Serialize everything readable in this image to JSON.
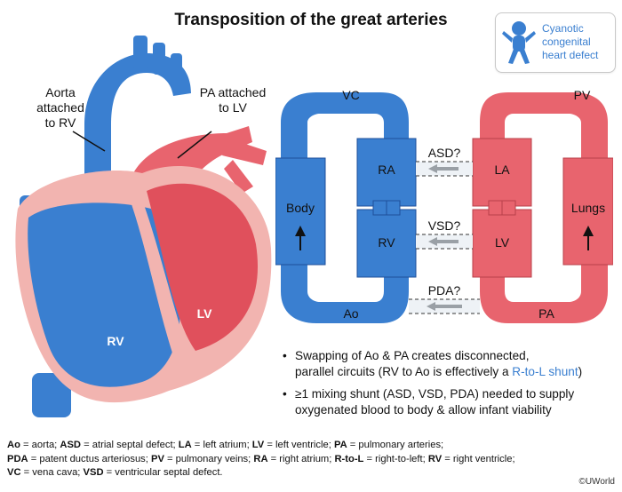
{
  "title": "Transposition of the great arteries",
  "badge": {
    "text_lines": [
      "Cyanotic",
      "congenital",
      "heart defect"
    ],
    "icon": "infant-icon"
  },
  "heart": {
    "aorta_label_lines": [
      "Aorta",
      "attached",
      "to RV"
    ],
    "pa_label_lines": [
      "PA attached",
      "to LV"
    ],
    "rv_label": "RV",
    "lv_label": "LV"
  },
  "circuit": {
    "vc": "VC",
    "pv": "PV",
    "ra": "RA",
    "la": "LA",
    "rv": "RV",
    "lv": "LV",
    "body": "Body",
    "lungs": "Lungs",
    "ao": "Ao",
    "pa": "PA",
    "asd": "ASD?",
    "vsd": "VSD?",
    "pda": "PDA?"
  },
  "bullets": {
    "b1_line1": "Swapping of Ao & PA creates disconnected,",
    "b1_line2_pre": "parallel circuits (RV to Ao is effectively a ",
    "b1_line2_hl": "R-to-L shunt",
    "b1_line2_post": ")",
    "b2_line1": "≥1 mixing shunt (ASD, VSD, PDA) needed to supply",
    "b2_line2": "oxygenated blood to body & allow infant viability"
  },
  "footer": {
    "l1": [
      [
        "Ao",
        " = aorta; "
      ],
      [
        "ASD",
        " = atrial septal defect; "
      ],
      [
        "LA",
        " = left atrium; "
      ],
      [
        "LV",
        " = left ventricle; "
      ],
      [
        "PA",
        " = pulmonary arteries;"
      ]
    ],
    "l2": [
      [
        "PDA",
        " = patent ductus arteriosus; "
      ],
      [
        "PV",
        " = pulmonary veins; "
      ],
      [
        "RA",
        " = right atrium; "
      ],
      [
        "R-to-L",
        " = right-to-left; "
      ],
      [
        "RV",
        " = right ventricle;"
      ]
    ],
    "l3": [
      [
        "VC",
        " = vena cava; "
      ],
      [
        "VSD",
        " = ventricular septal defect."
      ]
    ]
  },
  "copyright": "©UWorld",
  "colors": {
    "blue": "#3a7fd0",
    "red": "#e8646e",
    "dark_blue": "#1f4f9a",
    "dark_red": "#b8404a",
    "pink": "#f2b4b0"
  }
}
